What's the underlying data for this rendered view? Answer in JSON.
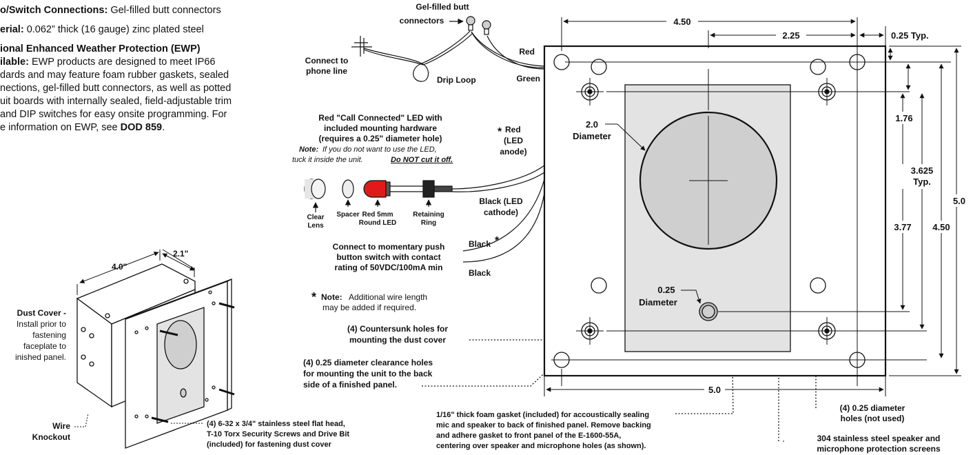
{
  "specs": {
    "connections_label": "o/Switch Connections:",
    "connections_value": "Gel-filled butt connectors",
    "material_label": "erial:",
    "material_value": "0.062” thick (16 gauge) zinc plated steel",
    "ewp_label_l1": "ional Enhanced Weather Protection (EWP)",
    "ewp_label_l2": "ilable:",
    "ewp_text_l2": "EWP products are designed to meet IP66",
    "ewp_text_l3": "dards and may feature foam rubber gaskets, sealed",
    "ewp_text_l4": "nections, gel-filled butt connectors, as well as potted",
    "ewp_text_l5": "uit boards with internally sealed, field-adjustable trim",
    "ewp_text_l6": "and DIP switches for easy onsite programming. For",
    "ewp_text_l7a": "e information on EWP, see",
    "ewp_text_l7b": "DOD 859",
    "ewp_text_l7c": "."
  },
  "iso": {
    "dim_width": "4.0\"",
    "dim_depth": "2.1\"",
    "dust_cover_title": "Dust Cover -",
    "dust_cover_l1": "Install prior to",
    "dust_cover_l2": "fastening",
    "dust_cover_l3": "faceplate to",
    "dust_cover_l4": "inished panel.",
    "wire_knockout_l1": "Wire",
    "wire_knockout_l2": "Knockout",
    "screws_l1": "(4) 6-32 x 3/4\" stainless steel flat head,",
    "screws_l2": "T-10 Torx Security Screws and Drive Bit",
    "screws_l3": "(included) for fastening dust cover"
  },
  "wiring": {
    "gel_l1": "Gel-filled butt",
    "gel_l2": "connectors",
    "connect_phone_l1": "Connect to",
    "connect_phone_l2": "phone line",
    "drip_loop": "Drip Loop",
    "red": "Red",
    "green": "Green",
    "led_title_l1": "Red \"Call Connected\" LED with",
    "led_title_l2": "included mounting hardware",
    "led_title_l3": "(requires a 0.25\" diameter hole)",
    "note_label": "Note:",
    "note_l1": "If you do not want to use the LED,",
    "note_l2a": "tuck it inside the unit.",
    "note_l2b": "Do NOT cut it off.",
    "red_led_l1": "Red",
    "red_led_l2": "(LED",
    "red_led_l3": "anode)",
    "asterisk": "*",
    "black_led_l1": "Black (LED",
    "black_led_l2": "cathode)",
    "clear_lens_l1": "Clear",
    "clear_lens_l2": "Lens",
    "spacer": "Spacer",
    "red5mm_l1": "Red 5mm",
    "red5mm_l2": "Round LED",
    "retaining_l1": "Retaining",
    "retaining_l2": "Ring",
    "switch_l1": "Connect to momentary push",
    "switch_l2": "button switch with contact",
    "switch_l3": "rating of 50VDC/100mA min",
    "black1": "Black",
    "black2": "Black",
    "note2_label": "Note:",
    "note2_l1": "Additional wire length",
    "note2_l2": "may be added if required.",
    "countersunk_l1": "(4) Countersunk holes for",
    "countersunk_l2": "mounting the dust cover",
    "clearance_l1": "(4) 0.25 diameter clearance holes",
    "clearance_l2": "for mounting the unit to the back",
    "clearance_l3": "side of a finished panel.",
    "gasket_l1": "1/16\" thick foam gasket (included) for accoustically sealing",
    "gasket_l2": "mic and speaker to back of finished panel. Remove backing",
    "gasket_l3": "and adhere gasket to front panel of the E-1600-55A,",
    "gasket_l4": "centering over speaker and microphone holes (as shown)."
  },
  "panel": {
    "dim_top": "4.50",
    "dim_half": "2.25",
    "dim_typ": "0.25 Typ.",
    "dim_176": "1.76",
    "dim_3625_l1": "3.625",
    "dim_3625_l2": "Typ.",
    "dim_377": "3.77",
    "dim_450_side": "4.50",
    "dim_50_side": "5.0",
    "dim_50_bottom": "5.0",
    "dia_20_l1": "2.0",
    "dia_20_l2": "Diameter",
    "dia_025_l1": "0.25",
    "dia_025_l2": "Diameter",
    "unused_l1": "(4) 0.25 diameter",
    "unused_l2": "holes (not used)",
    "screens_l1": "304 stainless steel speaker and",
    "screens_l2": "microphone protection screens"
  }
}
